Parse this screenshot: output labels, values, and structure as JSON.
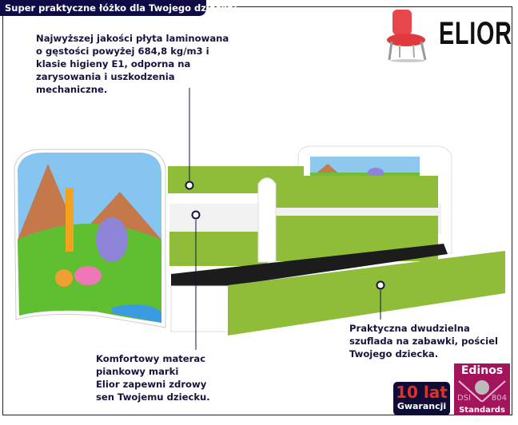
{
  "header": {
    "title": "Super praktyczne łóżko dla Twojego dziecka!"
  },
  "brand": {
    "name": "ELIOR",
    "icon": "red-chair-icon"
  },
  "callouts": [
    {
      "text": "Najwyższej jakości płyta laminowana\no gęstości powyżej 684,8 kg/m3 i\nklasie higieny E1, odporna na\nzarysowania i uszkodzenia\nmechaniczne."
    },
    {
      "text": "Komfortowy materac\npiankowy marki\nElior zapewni zdrowy\nsen Twojemu dziecku."
    },
    {
      "text": "Praktyczna dwudzielna\nszuflada na zabawki, pościel\nTwojego dziecka."
    }
  ],
  "badges": {
    "warranty": {
      "big": "10 lat",
      "small": "Gwarancji"
    },
    "edinos": {
      "name": "Edinos",
      "left": "DSI",
      "right": "804",
      "standards": "Standards"
    }
  },
  "colors": {
    "bed_green": "#8fbd3a",
    "title_bg": "#0e0b47",
    "text": "#14143c",
    "edinos": "#a3145c"
  }
}
